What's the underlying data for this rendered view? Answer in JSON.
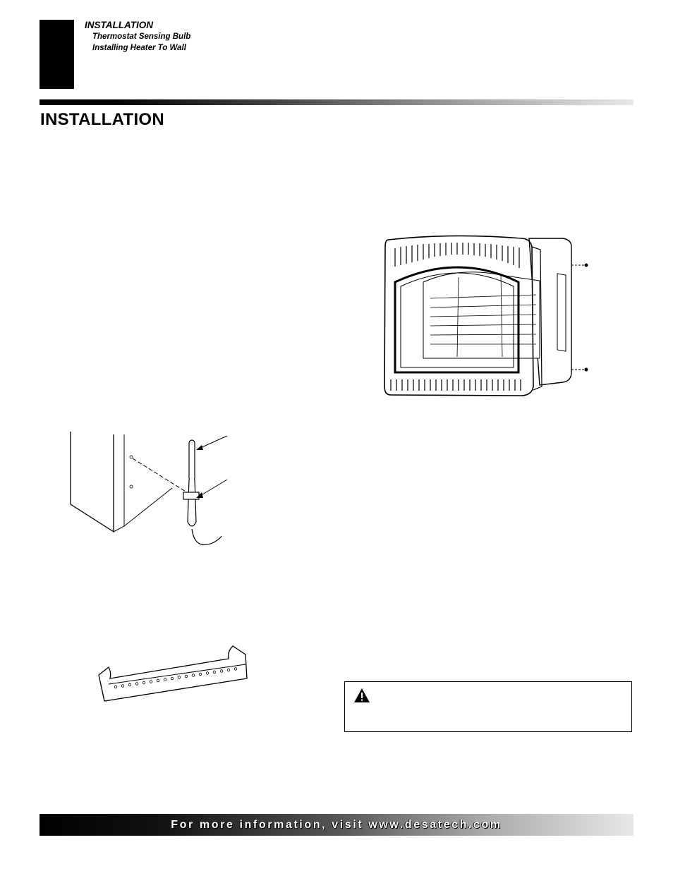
{
  "header": {
    "section": "INSTALLATION",
    "subtopics": [
      "Thermostat Sensing Bulb",
      "Installing Heater To Wall"
    ]
  },
  "page_title": "INSTALLATION",
  "footer": {
    "text": "For more information, visit www.desatech.com"
  }
}
